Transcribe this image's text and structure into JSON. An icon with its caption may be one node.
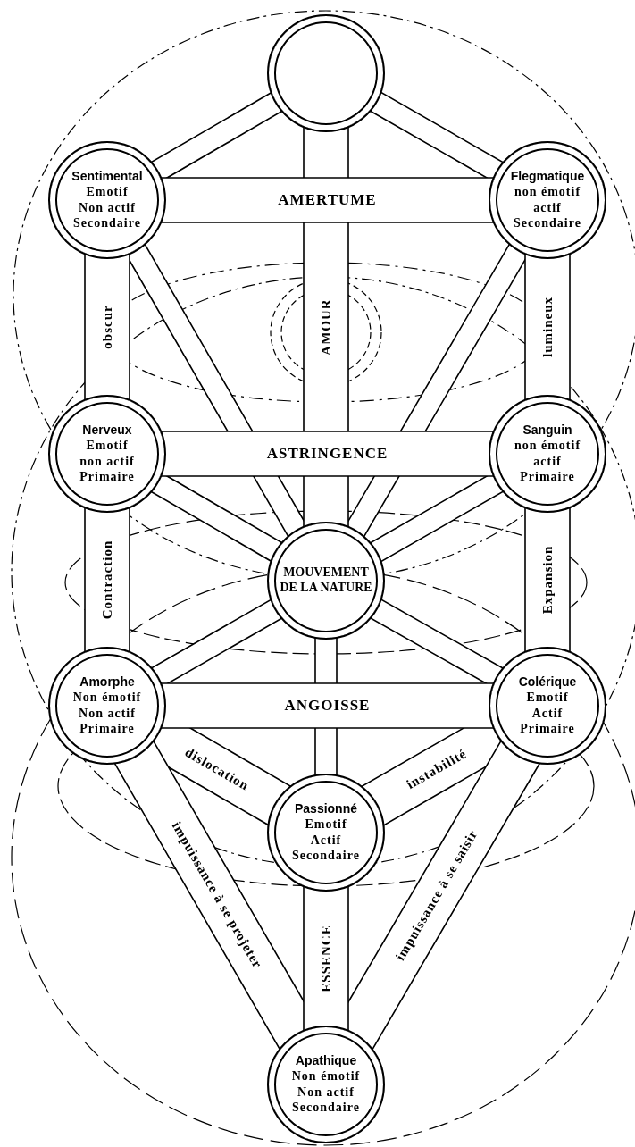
{
  "diagram": {
    "nodes": [
      {
        "text": [],
        "shape": "circle"
      },
      {
        "text": [
          "Sentimental",
          "Emotif",
          "Non actif",
          "Secondaire"
        ]
      },
      {
        "text": [
          "Flegmatique",
          "non émotif",
          "actif",
          "Secondaire"
        ]
      },
      {
        "text": [
          "Nerveux",
          "Emotif",
          "non actif",
          "Primaire"
        ]
      },
      {
        "text": [
          "Sanguin",
          "non émotif",
          "actif",
          "Primaire"
        ]
      },
      {
        "text": [
          "MOUVEMENT DE LA NATURE"
        ]
      },
      {
        "text": [
          "Amorphe",
          "Non émotif",
          "Non actif",
          "Primaire"
        ]
      },
      {
        "text": [
          "Colérique",
          "Emotif",
          "Actif",
          "Primaire"
        ]
      },
      {
        "text": [
          "Passionné",
          "Emotif",
          "Actif",
          "Secondaire"
        ]
      },
      {
        "text": [
          "Apathique",
          "Non émotif",
          "Non actif",
          "Secondaire"
        ]
      }
    ],
    "edges": [
      {
        "from": 0,
        "to": 1,
        "arrow": "none"
      },
      {
        "from": 0,
        "to": 2,
        "arrow": "none"
      },
      {
        "from": 0,
        "to": 5,
        "arrow": "none",
        "label": "AMOUR"
      },
      {
        "from": 1,
        "to": 2,
        "arrow": "none",
        "label": "AMERTUME"
      },
      {
        "from": 1,
        "to": 3,
        "arrow": "none",
        "label": "obscur"
      },
      {
        "from": 2,
        "to": 4,
        "arrow": "none",
        "label": "lumineux"
      },
      {
        "from": 1,
        "to": 5,
        "arrow": "none"
      },
      {
        "from": 2,
        "to": 5,
        "arrow": "none"
      },
      {
        "from": 3,
        "to": 4,
        "arrow": "none",
        "label": "ASTRINGENCE"
      },
      {
        "from": 3,
        "to": 5,
        "arrow": "none"
      },
      {
        "from": 4,
        "to": 5,
        "arrow": "none"
      },
      {
        "from": 3,
        "to": 6,
        "arrow": "none",
        "label": "Contraction"
      },
      {
        "from": 4,
        "to": 7,
        "arrow": "none",
        "label": "Expansion"
      },
      {
        "from": 6,
        "to": 7,
        "arrow": "none",
        "label": "ANGOISSE"
      },
      {
        "from": 6,
        "to": 5,
        "arrow": "none"
      },
      {
        "from": 7,
        "to": 5,
        "arrow": "none"
      },
      {
        "from": 6,
        "to": 8,
        "arrow": "none",
        "label": "dislocation"
      },
      {
        "from": 7,
        "to": 8,
        "arrow": "none",
        "label": "instabilité"
      },
      {
        "from": 5,
        "to": 8,
        "arrow": "none"
      },
      {
        "from": 8,
        "to": 9,
        "arrow": "none",
        "label": "ESSENCE"
      },
      {
        "from": 6,
        "to": 9,
        "arrow": "none",
        "label": "impuissance à se projeter"
      },
      {
        "from": 7,
        "to": 9,
        "arrow": "none",
        "label": "impuissance à se saisir"
      }
    ]
  }
}
